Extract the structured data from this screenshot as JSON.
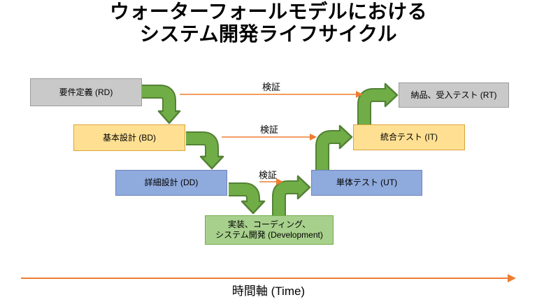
{
  "title": {
    "line1": "ウォーターフォールモデルにおける",
    "line2": "システム開発ライフサイクル"
  },
  "phases": {
    "rd": {
      "label": "要件定義 (RD)"
    },
    "bd": {
      "label": "基本設計 (BD)"
    },
    "dd": {
      "label": "詳細設計 (DD)"
    },
    "dev": {
      "line1": "実装、コーディング、",
      "line2": "システム開発 (Development)"
    },
    "ut": {
      "label": "単体テスト (UT)"
    },
    "it": {
      "label": "統合テスト (IT)"
    },
    "rt": {
      "label": "納品、受入テスト (RT)"
    }
  },
  "verification": {
    "label1": "検証",
    "label2": "検証",
    "label3": "検証"
  },
  "time_axis": {
    "label": "時間軸 (Time)"
  },
  "colors": {
    "gray_fill": "#c9c9c9",
    "gray_border": "#9b9b9b",
    "gold_fill": "#ffe092",
    "gold_border": "#d9a43b",
    "blue_fill": "#8faadc",
    "blue_border": "#7184bc",
    "green_fill": "#a8d08d",
    "green_border": "#6fad46",
    "flow_arrow_fill": "#70ad47",
    "flow_arrow_outline": "#548235",
    "verify_arrow": "#ed7d31",
    "text": "#000000",
    "background": "#ffffff"
  }
}
